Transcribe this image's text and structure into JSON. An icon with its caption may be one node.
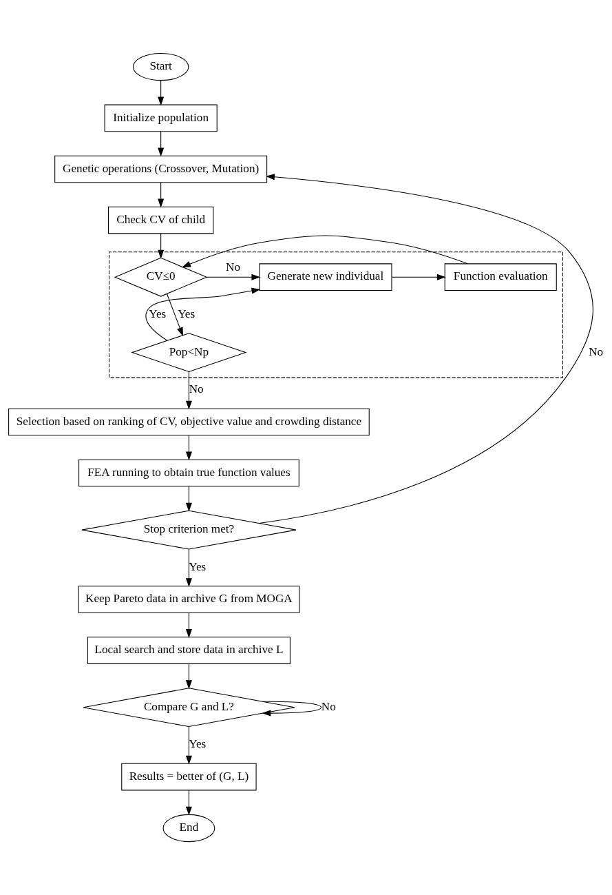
{
  "diagram": {
    "nodes": [
      {
        "text": [
          "Start"
        ]
      },
      {
        "text": [
          "Initialize population"
        ]
      },
      {
        "text": [
          "Genetic operations (Crossover, Mutation)"
        ]
      },
      {
        "text": [
          "Check CV of child"
        ]
      },
      {
        "text": [],
        "shape": "box"
      },
      {
        "text": [
          "CV≤0"
        ],
        "in": 4
      },
      {
        "text": [
          "Generate new individual"
        ],
        "in": 4
      },
      {
        "text": [
          "Function evaluation"
        ],
        "in": 4
      },
      {
        "text": [
          "Pop<Np"
        ],
        "in": 4
      },
      {
        "text": [
          "Selection based on ranking of CV, objective value and crowding distance"
        ]
      },
      {
        "text": [
          "FEA running to obtain true function values"
        ]
      },
      {
        "text": [
          "Stop criterion met?"
        ]
      },
      {
        "text": [
          "Keep Pareto data in archive G from MOGA"
        ]
      },
      {
        "text": [
          "Local search and store data in archive L"
        ]
      },
      {
        "text": [
          "Compare G and L?"
        ]
      },
      {
        "text": [
          "Results = better of (G, L)"
        ]
      },
      {
        "text": [
          "End"
        ]
      }
    ],
    "edges": [
      {
        "from": 0,
        "to": 1,
        "arrow": "to"
      },
      {
        "from": 1,
        "to": 2,
        "arrow": "to"
      },
      {
        "from": 2,
        "to": 3,
        "arrow": "to"
      },
      {
        "from": 3,
        "to": 5,
        "arrow": "to"
      },
      {
        "from": 5,
        "to": 6,
        "arrow": "to",
        "label": "No"
      },
      {
        "from": 5,
        "to": 8,
        "arrow": "to",
        "label": "Yes"
      },
      {
        "from": 8,
        "to": 6,
        "arrow": "to",
        "label": "Yes"
      },
      {
        "from": 6,
        "to": 7,
        "arrow": "to"
      },
      {
        "from": 7,
        "to": 5,
        "arrow": "to"
      },
      {
        "from": 8,
        "to": 9,
        "arrow": "to",
        "label": "No"
      },
      {
        "from": 9,
        "to": 10,
        "arrow": "to"
      },
      {
        "from": 10,
        "to": 11,
        "arrow": "to"
      },
      {
        "from": 11,
        "to": 2,
        "arrow": "to",
        "label": "No"
      },
      {
        "from": 11,
        "to": 12,
        "arrow": "to",
        "label": "Yes"
      },
      {
        "from": 12,
        "to": 13,
        "arrow": "to"
      },
      {
        "from": 13,
        "to": 14,
        "arrow": "to"
      },
      {
        "from": 14,
        "to": 14,
        "arrow": "to",
        "label": "No"
      },
      {
        "from": 14,
        "to": 15,
        "arrow": "to",
        "label": "Yes"
      },
      {
        "from": 15,
        "to": 16,
        "arrow": "to"
      }
    ]
  }
}
